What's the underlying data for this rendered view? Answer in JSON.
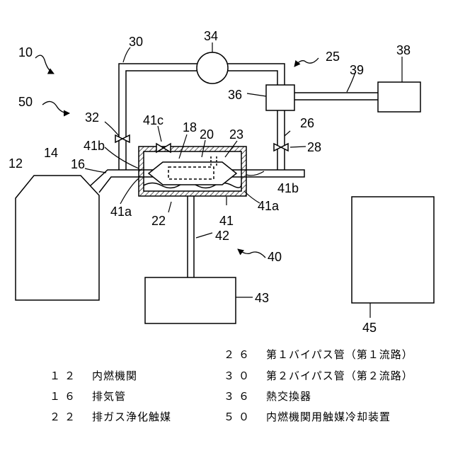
{
  "labels": {
    "system_10": "10",
    "engine_12": "12",
    "engine_top_14": "14",
    "exhaust_pipe_16": "16",
    "case_18": "18",
    "catalyst_housing_20": "20",
    "catalyst_22": "22",
    "element_23": "23",
    "arrow_25": "25",
    "bypass1_26": "26",
    "valve_28": "28",
    "bypass2_30": "30",
    "valve_32": "32",
    "pump_34": "34",
    "heat_exchanger_36": "36",
    "box_38": "38",
    "pipe_39": "39",
    "arrow_40": "40",
    "case_41": "41",
    "part_41a_left": "41a",
    "part_41a_right": "41a",
    "part_41b_left": "41b",
    "part_41b_right": "41b",
    "valve_41c": "41c",
    "pipe_42": "42",
    "tank_43": "43",
    "box_45": "45",
    "arrow_50": "50"
  },
  "legend": [
    {
      "num": "２６",
      "text": "第１バイパス管（第１流路）"
    },
    {
      "num": "１２",
      "text": "内燃機関"
    },
    {
      "num": "３０",
      "text": "第２バイパス管（第２流路）"
    },
    {
      "num": "１６",
      "text": "排気管"
    },
    {
      "num": "３６",
      "text": "熱交換器"
    },
    {
      "num": "２２",
      "text": "排ガス浄化触媒"
    },
    {
      "num": "５０",
      "text": "内燃機関用触媒冷却装置"
    }
  ]
}
